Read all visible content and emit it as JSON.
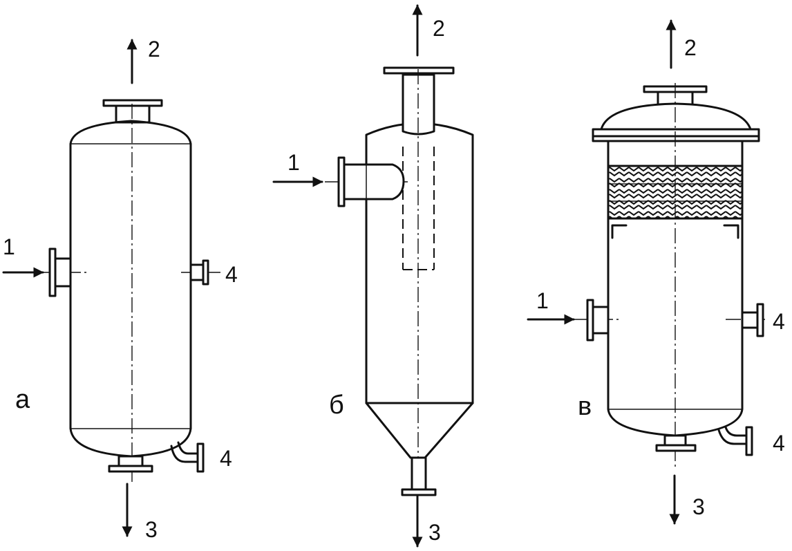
{
  "figures": [
    {
      "id": "a",
      "label": "а",
      "streams": {
        "inlet": "1",
        "gas_out": "2",
        "liquid_out": "3",
        "drain_mid": "4",
        "drain_low": "4"
      }
    },
    {
      "id": "b",
      "label": "б",
      "streams": {
        "inlet": "1",
        "gas_out": "2",
        "liquid_out": "3"
      }
    },
    {
      "id": "v",
      "label": "в",
      "streams": {
        "inlet": "1",
        "gas_out": "2",
        "liquid_out": "3",
        "drain_mid": "4",
        "drain_low": "4"
      }
    }
  ]
}
